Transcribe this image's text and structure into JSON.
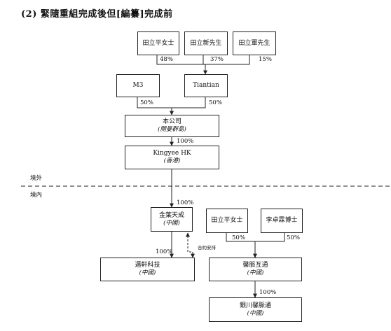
{
  "heading": "(2)  緊隨重組完成後但[編纂]完成前",
  "nodes": {
    "tian_liping": "田立平女士",
    "tian_lixin": "田立新先生",
    "tian_lijun": "田立軍先生",
    "m3": "M3",
    "tiantian": "Tiantian",
    "company": {
      "name": "本公司",
      "sub": "(開曼群島)"
    },
    "kingyee_hk": {
      "name": "Kingyee HK",
      "sub": "(香港)"
    },
    "jinye": {
      "name": "金葉天成",
      "sub": "(中國)"
    },
    "tian_liping_2": "田立平女士",
    "li_zhuolin": "李卓霖博士",
    "maixuan": {
      "name": "邁軒科技",
      "sub": "(中國)"
    },
    "xinmai": {
      "name": "馨脈互通",
      "sub": "(中國)"
    },
    "yinchuan": {
      "name": "銀川馨脈通",
      "sub": "(中國)"
    }
  },
  "percentages": {
    "p48": "48%",
    "p37": "37%",
    "p15": "15%",
    "m3_50": "50%",
    "tiantian_50": "50%",
    "company_to_hk": "100%",
    "hk_to_jinye": "100%",
    "jinye_to_maixuan": "100%",
    "tian2_50": "50%",
    "li_50": "50%",
    "xinmai_to_yinchuan": "100%"
  },
  "labels": {
    "offshore": "境外",
    "onshore": "境內",
    "contractual": "合約安排"
  }
}
